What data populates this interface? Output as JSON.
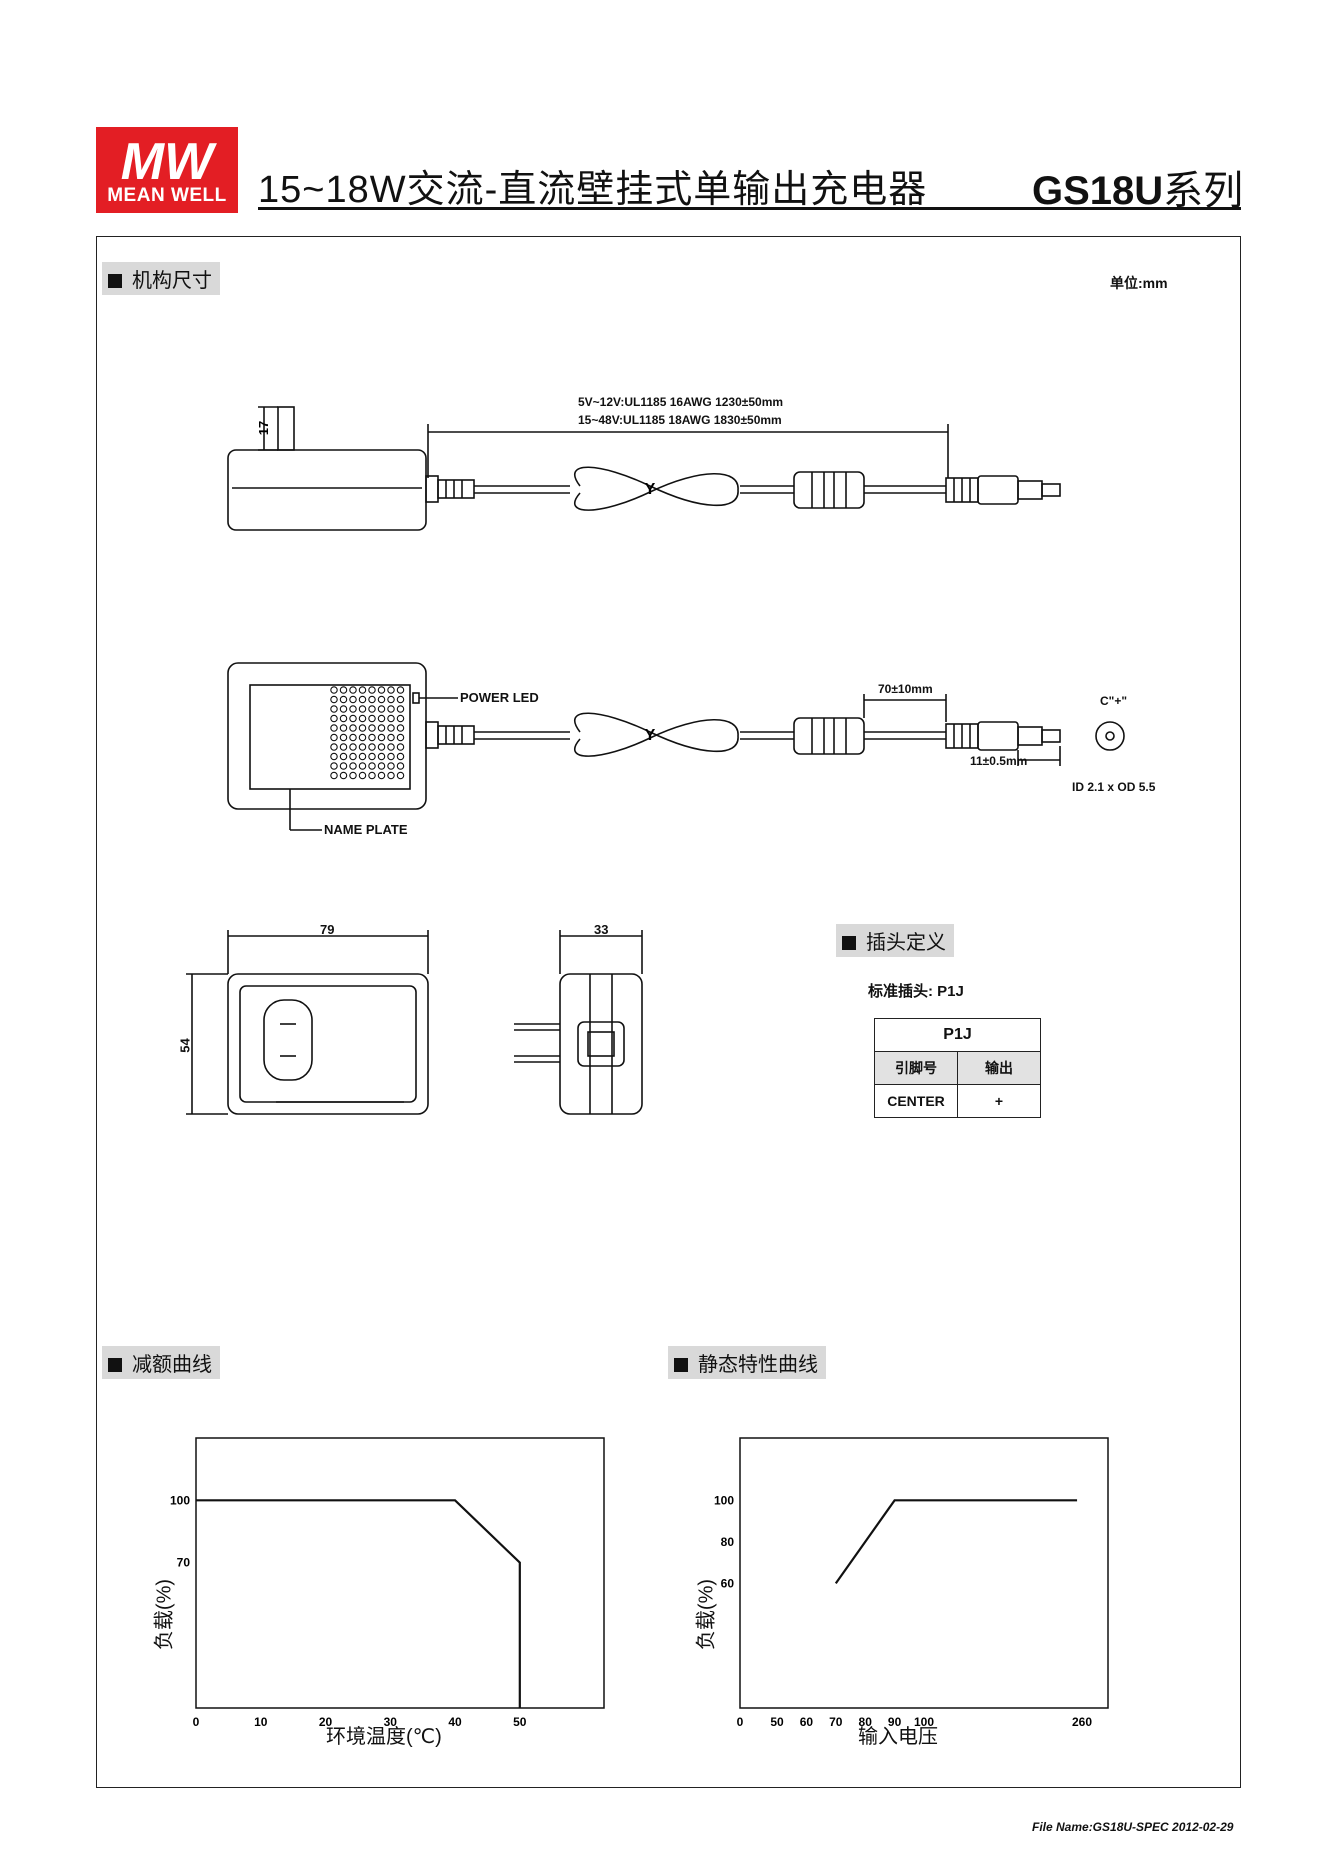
{
  "header": {
    "logo_top": "MW",
    "logo_brand": "MEAN WELL",
    "title": "15~18W交流-直流壁挂式单输出充电器",
    "series_model": "GS18U",
    "series_suffix": "系列"
  },
  "mechanical": {
    "heading": "机构尺寸",
    "unit": "单位:mm",
    "cable_spec_1": "5V~12V:UL1185 16AWG 1230±50mm",
    "cable_spec_2": "15~48V:UL1185 18AWG 1830±50mm",
    "dim_17": "17",
    "cable_y_1": "Y",
    "cable_y_2": "Y",
    "power_led": "POWER LED",
    "name_plate": "NAME PLATE",
    "dim_70": "70±10mm",
    "dim_11": "11±0.5mm",
    "polarity": "C\"+\"",
    "plug_id": "ID 2.1 x OD 5.5",
    "dim_79": "79",
    "dim_54": "54",
    "dim_33": "33"
  },
  "pin": {
    "heading": "插头定义",
    "standard": "标准插头: P1J",
    "table_title": "P1J",
    "col_pin": "引脚号",
    "col_out": "输出",
    "row_pin": "CENTER",
    "row_out": "+"
  },
  "derating": {
    "heading": "减额曲线",
    "ylabel": "负载(%)",
    "xlabel": "环境温度(℃)"
  },
  "static": {
    "heading": "静态特性曲线",
    "ylabel": "负载(%)",
    "xlabel": "输入电压"
  },
  "chart_data": [
    {
      "type": "line",
      "title": "",
      "xlabel": "环境温度(℃)",
      "ylabel": "负载(%)",
      "x_ticks": [
        0,
        10,
        20,
        30,
        40,
        50
      ],
      "y_ticks": [
        70,
        100
      ],
      "xlim": [
        0,
        63
      ],
      "ylim": [
        0,
        130
      ],
      "grid": false,
      "series": [
        {
          "x": [
            0,
            40,
            50,
            50
          ],
          "y": [
            100,
            100,
            70,
            0
          ]
        }
      ]
    },
    {
      "type": "line",
      "title": "",
      "xlabel": "输入电压",
      "ylabel": "负载(%)",
      "x_ticks": [
        0,
        50,
        60,
        70,
        80,
        90,
        100,
        260
      ],
      "x_scale": "broken",
      "y_ticks": [
        60,
        80,
        100
      ],
      "ylim": [
        0,
        130
      ],
      "grid": false,
      "series": [
        {
          "x": [
            70,
            90,
            255
          ],
          "y": [
            60,
            100,
            100
          ]
        }
      ]
    }
  ],
  "footer": {
    "file": "File Name:GS18U-SPEC   2012-02-29"
  }
}
